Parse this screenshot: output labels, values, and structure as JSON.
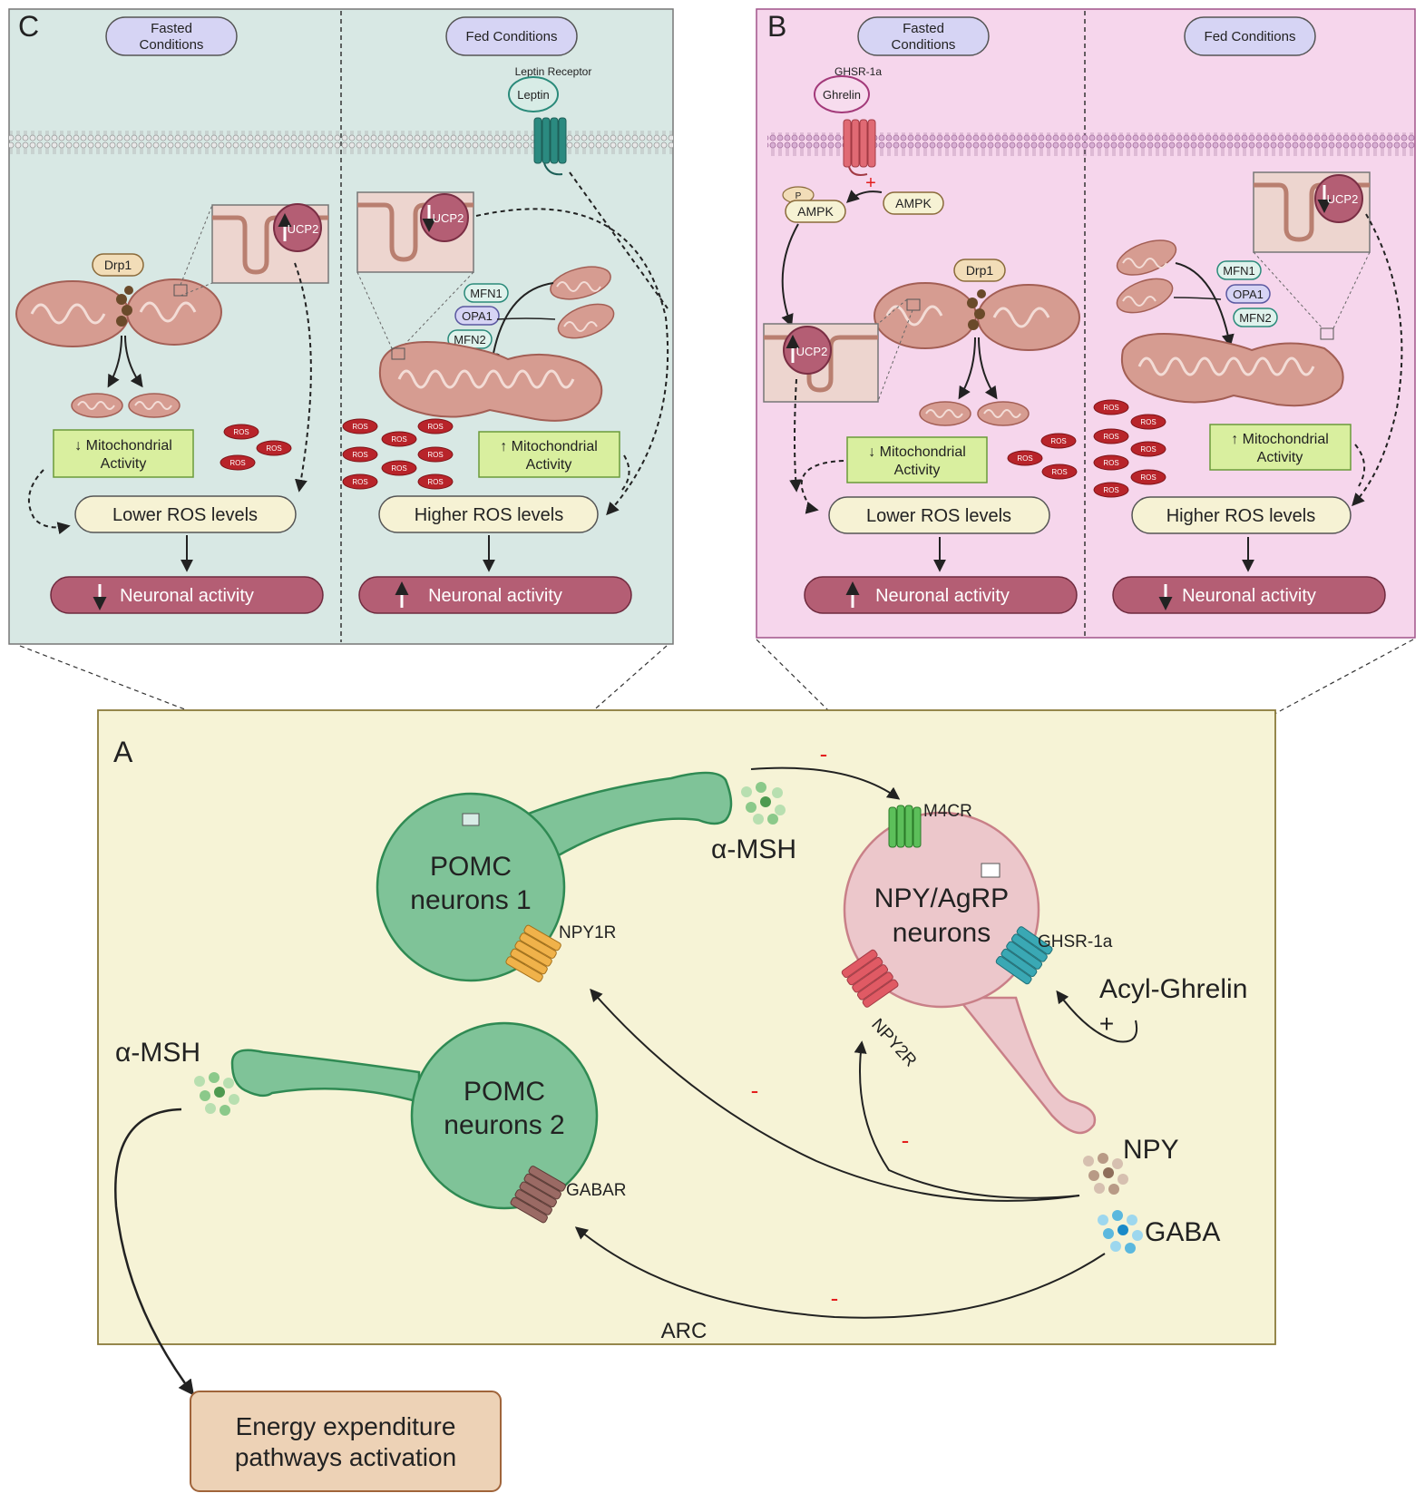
{
  "colors": {
    "panel_c_bg": "#d8e8e4",
    "panel_b_bg": "#f6d6ec",
    "panel_a_bg": "#f6f3d6",
    "pomc_green": "#7fc398",
    "pomc_stroke": "#2f8a53",
    "agrp_pink": "#ecc7cb",
    "agrp_stroke": "#c98088",
    "mito_fill": "#d69c91",
    "mito_stroke": "#a35f55",
    "ros_red": "#b8242a",
    "activity_green": "#d9ef9f",
    "ros_box": "#f6f2d4",
    "neuronal_bar": "#b45e74",
    "condition_pill": "#d6d4f4",
    "energy_box": "#edd2b6",
    "inhibit_red": "#e31d1d"
  },
  "panel_c": {
    "letter": "C",
    "fasted_label_1": "Fasted",
    "fasted_label_2": "Conditions",
    "fed_label": "Fed Conditions",
    "leptin_receptor": "Leptin Receptor",
    "leptin": "Leptin",
    "drp1": "Drp1",
    "ucp2_up": "UCP2",
    "ucp2_down": "UCP2",
    "mfn1": "MFN1",
    "opa1": "OPA1",
    "mfn2": "MFN2",
    "ros": "ROS",
    "activity_low_1": "↓ Mitochondrial",
    "activity_low_2": "Activity",
    "activity_high_1": "↑ Mitochondrial",
    "activity_high_2": "Activity",
    "ros_low": "Lower ROS levels",
    "ros_high": "Higher ROS levels",
    "neuronal_left": "Neuronal activity",
    "neuronal_right": "Neuronal activity"
  },
  "panel_b": {
    "letter": "B",
    "fasted_label_1": "Fasted",
    "fasted_label_2": "Conditions",
    "fed_label": "Fed Conditions",
    "ghsr": "GHSR-1a",
    "ghrelin": "Ghrelin",
    "plus": "+",
    "p": "P",
    "ampk": "AMPK",
    "drp1": "Drp1",
    "ucp2_up": "UCP2",
    "ucp2_down": "UCP2",
    "mfn1": "MFN1",
    "opa1": "OPA1",
    "mfn2": "MFN2",
    "ros": "ROS",
    "activity_low_1": "↓ Mitochondrial",
    "activity_low_2": "Activity",
    "activity_high_1": "↑ Mitochondrial",
    "activity_high_2": "Activity",
    "ros_low": "Lower ROS levels",
    "ros_high": "Higher ROS levels",
    "neuronal_left": "Neuronal activity",
    "neuronal_right": "Neuronal activity"
  },
  "panel_a": {
    "letter": "A",
    "pomc1_line1": "POMC",
    "pomc1_line2": "neurons 1",
    "pomc2_line1": "POMC",
    "pomc2_line2": "neurons 2",
    "agrp_line1": "NPY/AgRP",
    "agrp_line2": "neurons",
    "amsh_right": "α-MSH",
    "amsh_left": "α-MSH",
    "m4cr": "M4CR",
    "npy1r": "NPY1R",
    "npy2r": "NPY2R",
    "ghsr": "GHSR-1a",
    "acyl_ghrelin": "Acyl-Ghrelin",
    "plus": "+",
    "npy": "NPY",
    "gaba": "GABA",
    "gabar": "GABAR",
    "arc": "ARC",
    "minus": "-"
  },
  "energy": {
    "line1": "Energy expenditure",
    "line2": "pathways activation"
  }
}
